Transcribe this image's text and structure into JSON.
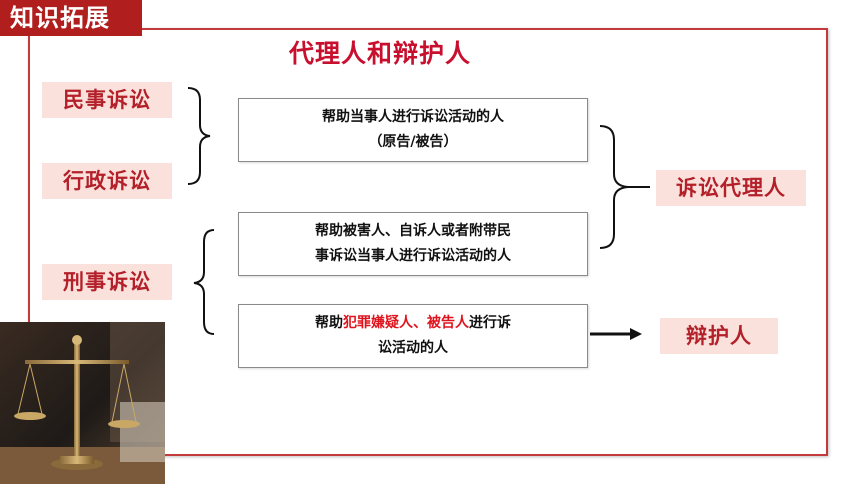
{
  "header": {
    "tag": "知识拓展",
    "title": "代理人和辩护人"
  },
  "categories": {
    "civil": "民事诉讼",
    "administrative": "行政诉讼",
    "criminal": "刑事诉讼"
  },
  "boxes": {
    "box1": {
      "line1": "帮助当事人进行诉讼活动的人",
      "line2": "（原告/被告）"
    },
    "box2": {
      "line1": "帮助被害人、自诉人或者附带民",
      "line2": "事诉讼当事人进行诉讼活动的人"
    },
    "box3": {
      "prefix": "帮助",
      "highlight1": "犯罪嫌疑人",
      "sep": "、",
      "highlight2": "被告人",
      "suffix": "进行诉",
      "line2": "讼活动的人"
    }
  },
  "results": {
    "agent": "诉讼代理人",
    "defender": "辩护人"
  },
  "colors": {
    "accent": "#b01e1e",
    "title_red": "#c8102e",
    "label_bg": "#fbe1dc",
    "highlight": "#e0141e"
  },
  "image": {
    "icon": "scales-of-justice-icon"
  }
}
